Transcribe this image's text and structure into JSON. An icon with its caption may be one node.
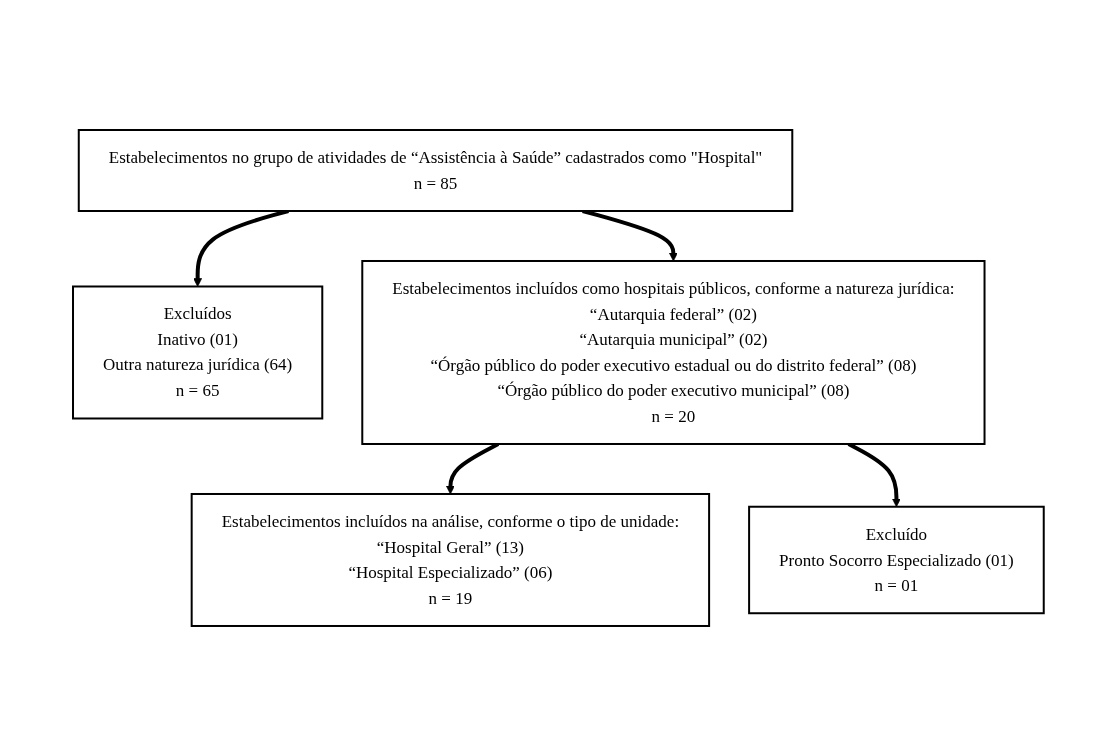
{
  "diagram": {
    "nodes": [
      {
        "text": [
          "Estabelecimentos no grupo de atividades de “Assistência à Saúde” cadastrados como \"Hospital\"",
          "n = 85"
        ]
      },
      {
        "text": [
          "Excluídos",
          "Inativo (01)",
          "Outra natureza jurídica (64)",
          "n = 65"
        ]
      },
      {
        "text": [
          "Estabelecimentos incluídos como hospitais públicos, conforme a natureza jurídica:",
          "“Autarquia federal” (02)",
          "“Autarquia municipal” (02)",
          "“Órgão público do poder executivo estadual ou do distrito federal” (08)",
          "“Órgão público do poder executivo municipal” (08)",
          "n = 20"
        ]
      },
      {
        "text": [
          "Excluído",
          "Pronto Socorro Especializado (01)",
          "n = 01"
        ]
      },
      {
        "text": [
          "Estabelecimentos incluídos na análise, conforme o tipo de unidade:",
          "“Hospital Geral” (13)",
          "“Hospital Especializado” (06)",
          "n = 19"
        ]
      }
    ],
    "edges": [
      {
        "from": 0,
        "to": 2,
        "arrow": "to"
      },
      {
        "from": 0,
        "to": 1,
        "arrow": "to"
      },
      {
        "from": 2,
        "to": 4,
        "arrow": "to"
      },
      {
        "from": 2,
        "to": 3,
        "arrow": "to"
      }
    ]
  }
}
